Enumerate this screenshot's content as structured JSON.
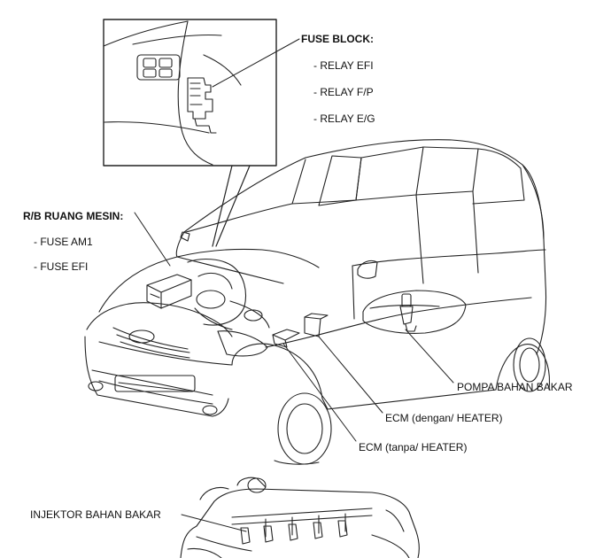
{
  "fuse_block": {
    "title": "FUSE BLOCK:",
    "items": [
      "- RELAY EFI",
      "- RELAY F/P",
      "- RELAY E/G"
    ]
  },
  "rb_engine_room": {
    "title": "R/B RUANG MESIN:",
    "items": [
      "- FUSE AM1",
      "- FUSE EFI"
    ]
  },
  "callouts": {
    "fuel_pump": "POMPA BAHAN BAKAR",
    "ecm_with_heater": "ECM (dengan/ HEATER)",
    "ecm_without_heater": "ECM (tanpa/ HEATER)",
    "fuel_injector": "INJEKTOR BAHAN BAKAR"
  }
}
